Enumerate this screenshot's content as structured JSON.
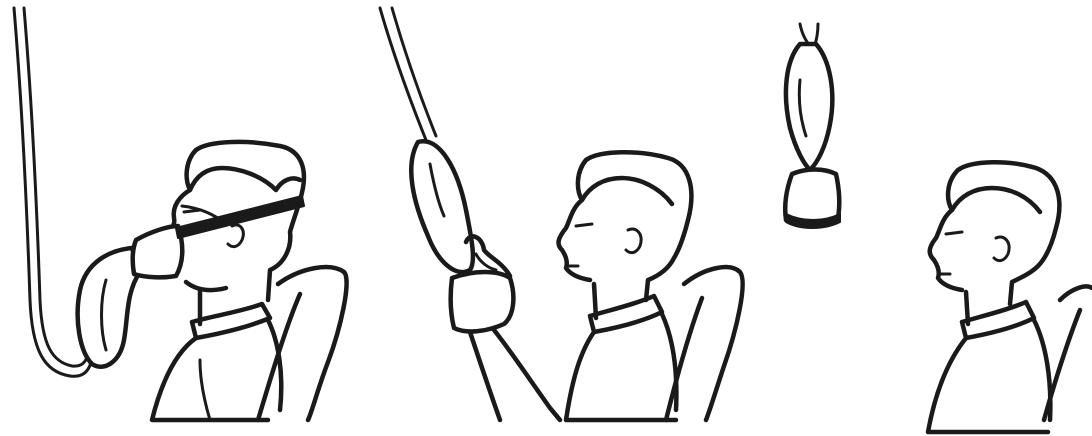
{
  "illustration": {
    "panels": [
      {
        "id": "panel-1",
        "state": "mask-worn"
      },
      {
        "id": "panel-2",
        "state": "mask-grabbed"
      },
      {
        "id": "panel-3",
        "state": "mask-dropped"
      }
    ]
  },
  "colors": {
    "ink": "#1a1a1a",
    "background": "#ffffff"
  }
}
